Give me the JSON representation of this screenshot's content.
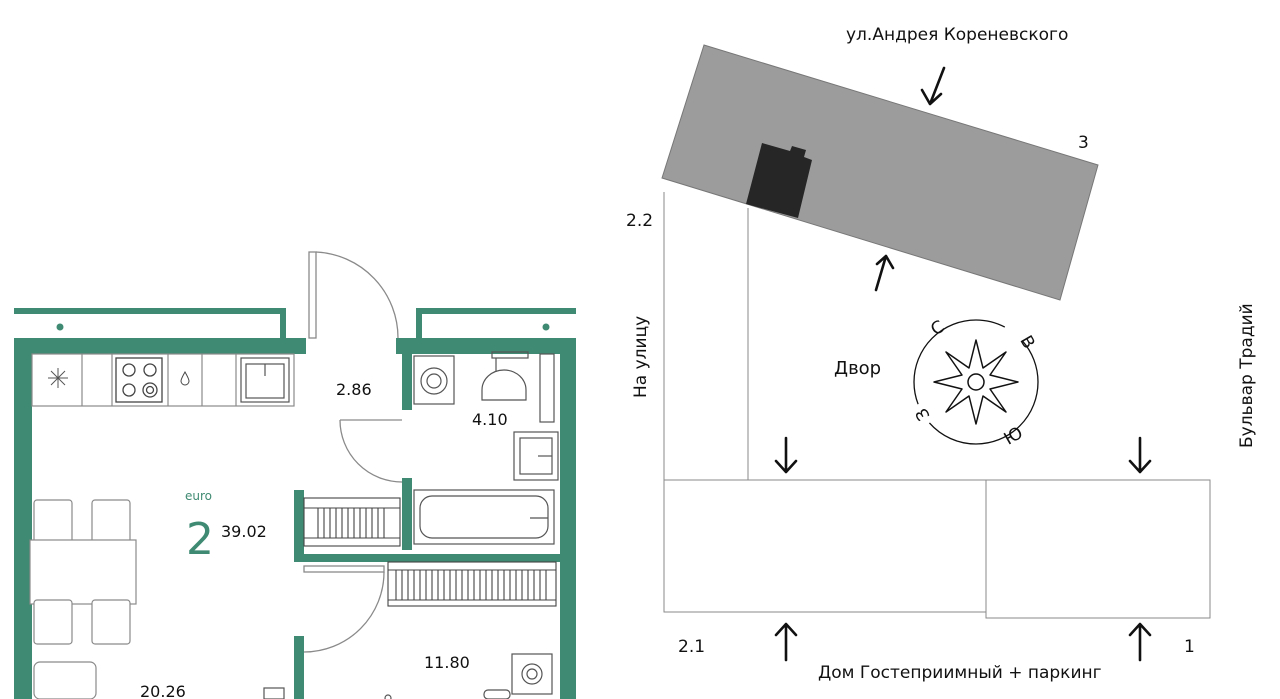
{
  "colors": {
    "wall": "#3f8a72",
    "building": "#9c9c9c",
    "building_dark": "#262626",
    "ink": "#111111",
    "line": "#8a8a8a"
  },
  "floorplan": {
    "badge_small": "euro",
    "badge_rooms": "2",
    "total_area": "39.02",
    "rooms": {
      "hall": "2.86",
      "bathroom": "4.10",
      "bedroom": "11.80",
      "living": "20.26"
    }
  },
  "siteplan": {
    "street_top": "ул.Андрея Кореневского",
    "street_bottom": "Дом Гостеприимный + паркинг",
    "street_left": "На улицу",
    "street_right": "Бульвар Традий",
    "yard": "Двор",
    "buildings": {
      "n3": "3",
      "n2_2": "2.2",
      "n2_1": "2.1",
      "n1": "1"
    },
    "compass": {
      "north": "С",
      "east": "В",
      "south": "Ю",
      "west": "З"
    }
  }
}
